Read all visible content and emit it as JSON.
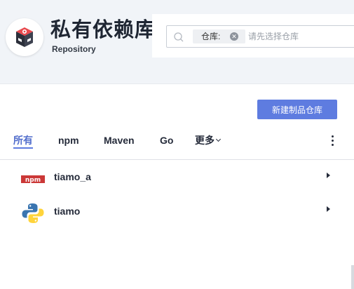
{
  "header": {
    "title": "私有依赖库",
    "subtitle": "Repository",
    "logo_icon": "repository-box-icon"
  },
  "search": {
    "filter_label": "仓库:",
    "placeholder": "请先选择仓库",
    "icon": "search-icon"
  },
  "toolbar": {
    "new_button_label": "新建制品仓库"
  },
  "tabs": [
    {
      "label": "所有",
      "active": true
    },
    {
      "label": "npm",
      "active": false
    },
    {
      "label": "Maven",
      "active": false
    },
    {
      "label": "Go",
      "active": false
    },
    {
      "label": "更多",
      "active": false
    }
  ],
  "repositories": [
    {
      "name": "tiamo_a",
      "type": "npm",
      "icon": "npm-icon"
    },
    {
      "name": "tiamo",
      "type": "python",
      "icon": "python-icon"
    }
  ],
  "colors": {
    "accent": "#5e7ce0",
    "active_tab": "#526ecc",
    "npm_red": "#cb3837",
    "python_blue": "#3a75b0",
    "python_yellow": "#ffd43b"
  }
}
